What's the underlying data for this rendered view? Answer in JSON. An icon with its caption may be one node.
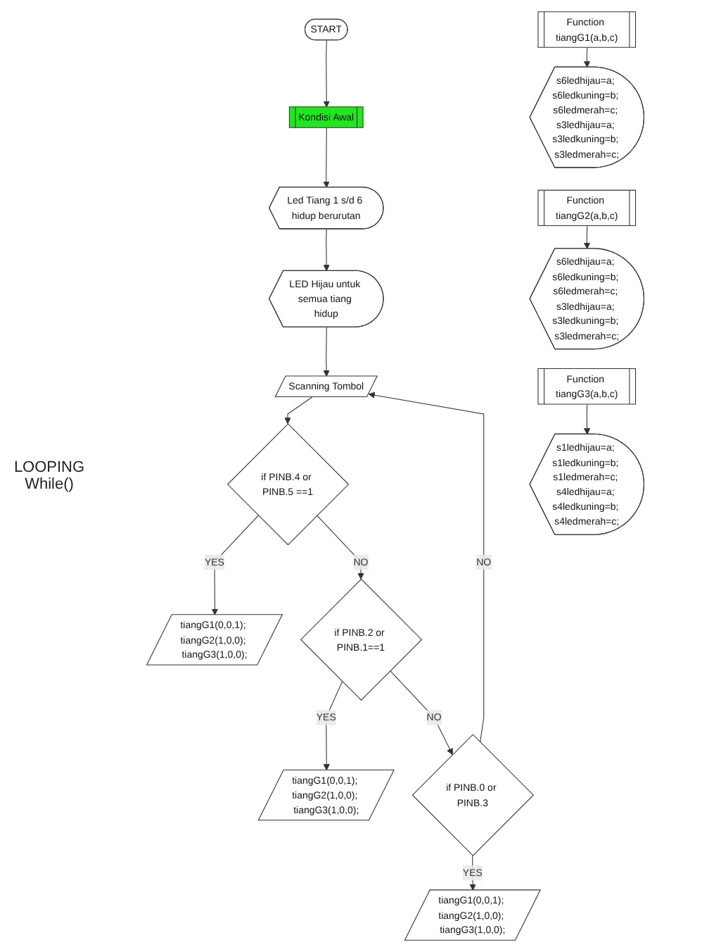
{
  "diagram": {
    "nodes": [
      {
        "text": [
          "START"
        ]
      },
      {
        "text": [
          "Kondisi Awal"
        ]
      },
      {
        "text": [
          "Led Tiang 1 s/d 6 hidup berurutan"
        ]
      },
      {
        "text": [
          "LED Hijau untuk semua tiang hidup"
        ]
      },
      {
        "text": [
          "Scanning Tombol"
        ]
      },
      {
        "text": [
          "if PINB.4 or PINB.5 ==1"
        ]
      },
      {
        "text": [
          "tiangG1(0,0,1); tiangG2(1,0,0); tiangG3(1,0,0);"
        ]
      },
      {
        "text": [
          "if PINB.2 or PINB.1==1"
        ]
      },
      {
        "text": [
          "tiangG1(0,0,1); tiangG2(1,0,0); tiangG3(1,0,0);"
        ]
      },
      {
        "text": [
          "if PINB.0 or PINB.3"
        ]
      },
      {
        "text": [
          "tiangG1(0,0,1); tiangG2(1,0,0); tiangG3(1,0,0);"
        ]
      },
      {
        "text": [
          "Function tiangG1(a,b,c)"
        ]
      },
      {
        "text": [
          "s6ledhijau=a; s6ledkuning=b; s6ledmerah=c; s3ledhijau=a; s3ledkuning=b; s3ledmerah=c;"
        ]
      },
      {
        "text": [
          "Function tiangG2(a,b,c)"
        ]
      },
      {
        "text": [
          "s6ledhijau=a; s6ledkuning=b; s6ledmerah=c; s3ledhijau=a; s3ledkuning=b; s3ledmerah=c;"
        ]
      },
      {
        "text": [
          "Function tiangG3(a,b,c)"
        ]
      },
      {
        "text": [
          "s1ledhijau=a; s1ledkuning=b; s1ledmerah=c; s4ledhijau=a; s4ledkuning=b; s4ledmerah=c;"
        ]
      }
    ],
    "edges": [
      {
        "from": 0,
        "to": 1,
        "arrow": "to"
      },
      {
        "from": 1,
        "to": 2,
        "arrow": "to"
      },
      {
        "from": 2,
        "to": 3,
        "arrow": "to"
      },
      {
        "from": 3,
        "to": 4,
        "arrow": "to"
      },
      {
        "from": 4,
        "to": 5,
        "arrow": "to"
      },
      {
        "from": 5,
        "to": 6,
        "arrow": "to",
        "label": "YES"
      },
      {
        "from": 5,
        "to": 7,
        "arrow": "to",
        "label": "NO"
      },
      {
        "from": 7,
        "to": 8,
        "arrow": "to",
        "label": "YES"
      },
      {
        "from": 7,
        "to": 9,
        "arrow": "to",
        "label": "NO"
      },
      {
        "from": 9,
        "to": 10,
        "arrow": "to",
        "label": "YES"
      },
      {
        "from": 9,
        "to": 4,
        "arrow": "to",
        "label": "NO"
      },
      {
        "from": 11,
        "to": 12,
        "arrow": "to"
      },
      {
        "from": 13,
        "to": 14,
        "arrow": "to"
      },
      {
        "from": 15,
        "to": 16,
        "arrow": "to"
      }
    ],
    "labels": [
      "LOOPING While()"
    ]
  }
}
